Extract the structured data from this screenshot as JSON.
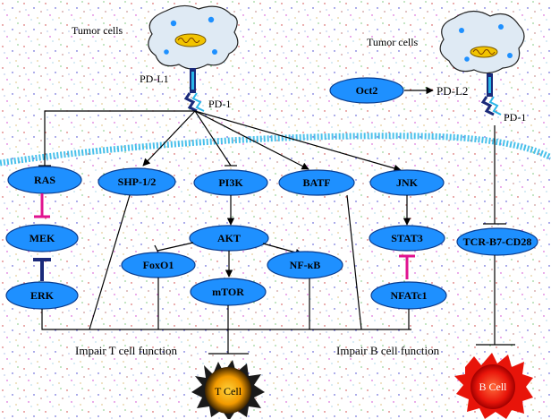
{
  "labels": {
    "tumor_left": "Tumor cells",
    "tumor_right": "Tumor cells",
    "pdl1": "PD-L1",
    "pd1_left": "PD-1",
    "pd1_right": "PD-1",
    "pdl2": "PD-L2",
    "impair_t": "Impair T cell function",
    "impair_b": "Impair B cell function",
    "t_cell": "T Cell",
    "b_cell": "B Cell"
  },
  "nodes": {
    "ras": "RAS",
    "shp": "SHP-1/2",
    "pi3k": "PI3K",
    "batf": "BATF",
    "jnk": "JNK",
    "mek": "MEK",
    "erk": "ERK",
    "akt": "AKT",
    "foxo1": "FoxO1",
    "mtor": "mTOR",
    "nfkb": "NF-κB",
    "stat3": "STAT3",
    "nfatc1": "NFATc1",
    "tcr": "TCR-B7-CD28",
    "oct2": "Oct2"
  },
  "colors": {
    "node_fill": "#1e90ff",
    "node_stroke": "#0a3d8f",
    "membrane": "#29b6e8",
    "inhibit_magenta": "#e0138f",
    "inhibit_navy": "#1a2a7a",
    "t_cell": "#f2a900",
    "b_cell": "#e8140a"
  },
  "icons": {
    "tumor_cell": "tumor-cell-icon",
    "receptor": "receptor-icon",
    "t_cell": "t-cell-icon",
    "b_cell": "b-cell-icon"
  }
}
